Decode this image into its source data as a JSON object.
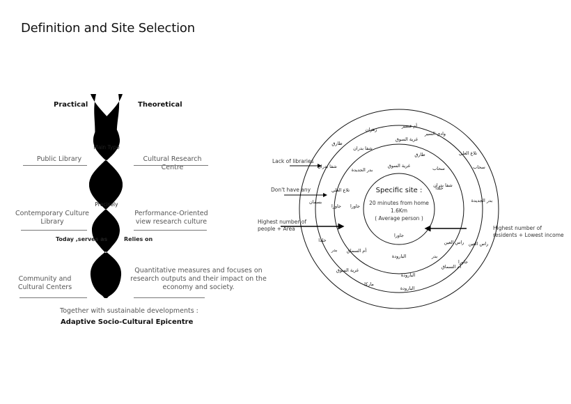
{
  "title": "Definition and Site Selection",
  "helix": {
    "left_header": "Practical",
    "right_header": "Theoretical",
    "inner_labels": [
      "Main Type",
      "Precisely"
    ],
    "rows": [
      {
        "left": "Public Library",
        "right": "Cultural Research Centre"
      },
      {
        "left": "Contemporary Culture Library",
        "right": "Performance-Oriented view research culture"
      },
      {
        "left": "Community and Cultural Centers",
        "right": "Quantitative measures and focuses on research outputs and their impact on the economy and society."
      }
    ],
    "connector_left": "Today ,serves as",
    "connector_right": "Relies on",
    "footer_line1": "Together with sustainable developments :",
    "footer_line2": "Adaptive Socio-Cultural Epicentre"
  },
  "site_diagram": {
    "center_title": "Specific site :",
    "center_line1": "20 minutes from home",
    "center_line2": "1.6Km",
    "center_line3": "( Average person )",
    "annotations": {
      "lack_of_libraries": "Lack of libraries",
      "dont_have_any": "Don't have any",
      "highest_people_area": "Highest number of people + Area",
      "highest_residents_income": "Highest number of residents + Lowest income"
    },
    "ring_labels": {
      "inner": [
        "جاورا"
      ],
      "ring2": [
        "غرية السوق",
        "جاورا",
        "خلدا",
        "البارودة"
      ],
      "ring3": [
        "غرية السوق",
        "شفا بدران",
        "طارق",
        "بدر الجديدة",
        "تلاع العلي",
        "جاورا",
        "سحاب",
        "شفا بدران",
        "أم السماق",
        "البارودة",
        "راس العين",
        "بدر",
        "أم السماق"
      ],
      "outer": [
        "أم قصير",
        "زهران",
        "وادي السير",
        "طارق",
        "تلاع العلي",
        "شفا بدران",
        "سحاب",
        "بسمان",
        "بدر الجديدة",
        "خلدا",
        "راس العين",
        "بدر",
        "جاورا",
        "غرية السوق",
        "ماركا",
        "البارودة"
      ]
    }
  }
}
